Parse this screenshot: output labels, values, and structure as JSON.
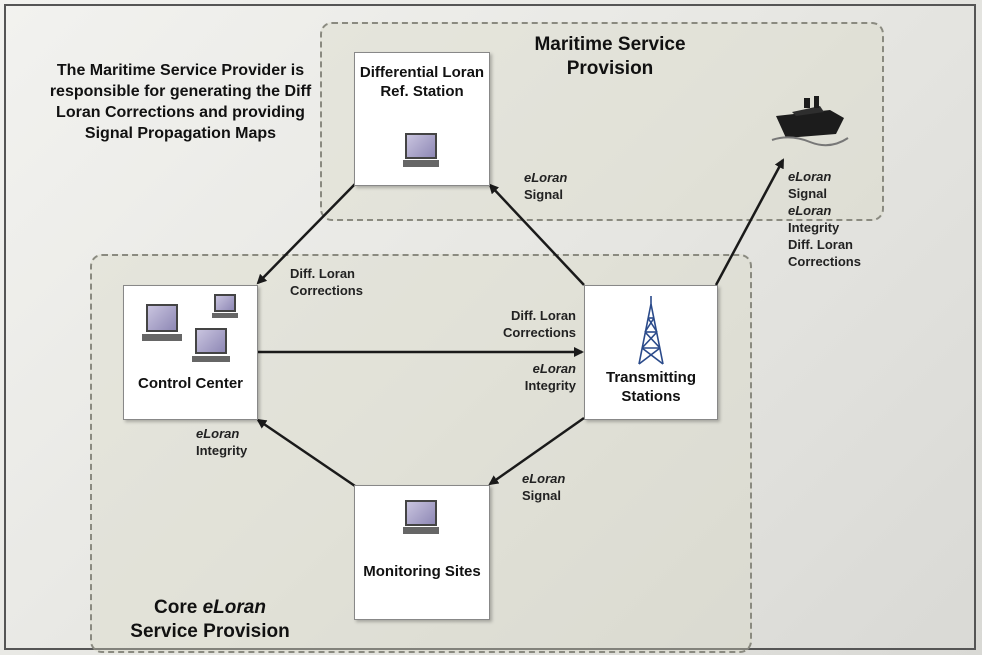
{
  "maritime_title": "Maritime Service Provision",
  "core_title_prefix": "Core ",
  "core_title_italic": "eLoran",
  "core_title_suffix": "Service Provision",
  "note": "The Maritime Service Provider is responsible for generating the Diff Loran Corrections and providing Signal Propagation Maps",
  "nodes": {
    "ref_station": "Differential Loran Ref. Station",
    "control_center": "Control Center",
    "transmitting": "Transmitting Stations",
    "monitoring": "Monitoring Sites"
  },
  "labels": {
    "eloran": "eLoran",
    "signal": "Signal",
    "integrity": "Integrity",
    "diff_loran": "Diff. Loran",
    "corrections": "Corrections"
  },
  "colors": {
    "arrow": "#1a1a1a",
    "screen": "#a9a3cc"
  },
  "icons": [
    "computer-icon",
    "antenna-tower-icon",
    "ship-icon"
  ]
}
